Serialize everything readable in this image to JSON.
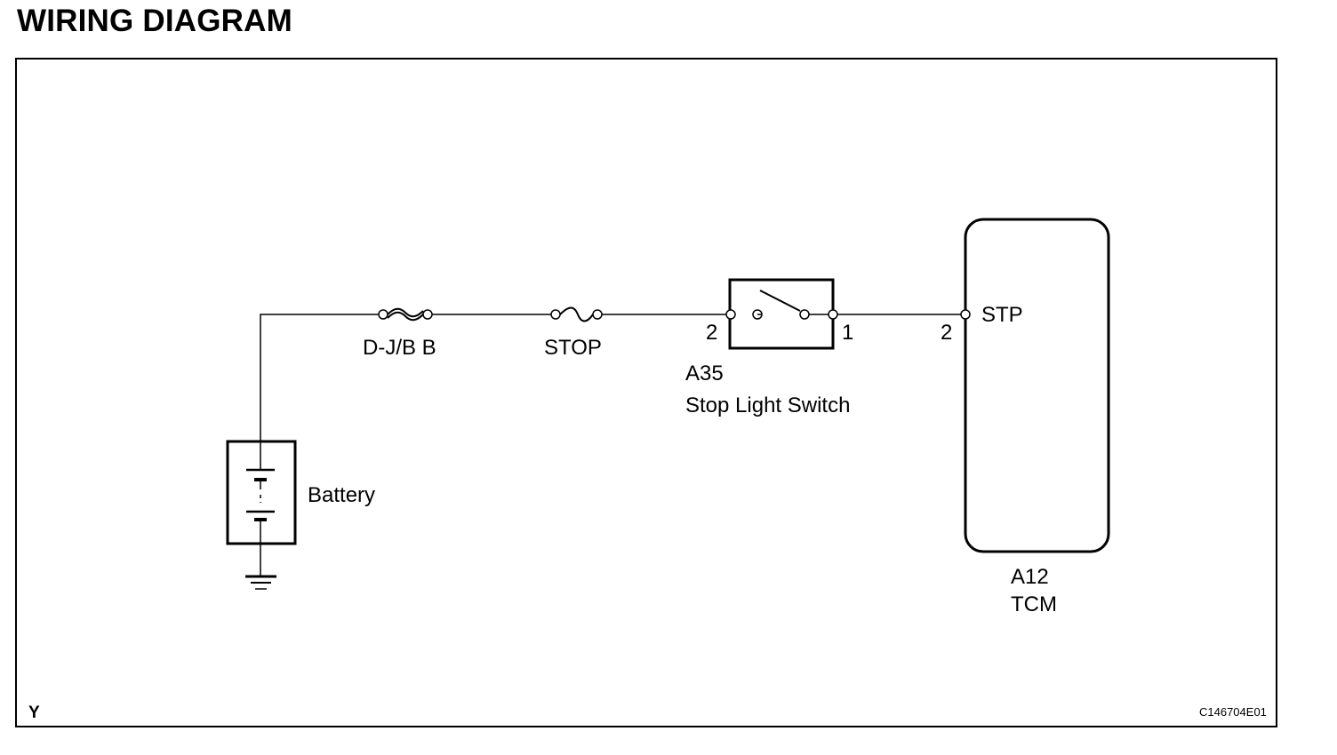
{
  "title": "WIRING DIAGRAM",
  "components": {
    "battery": {
      "label": "Battery"
    },
    "fuse_djb": {
      "label": "D-J/B B"
    },
    "fuse_stop": {
      "label": "STOP"
    },
    "switch": {
      "code": "A35",
      "name": "Stop Light Switch",
      "pin_left": "2",
      "pin_right": "1"
    },
    "tcm": {
      "code": "A12",
      "name": "TCM",
      "pin": "2",
      "terminal": "STP"
    }
  },
  "footer": {
    "left": "Y",
    "right": "C146704E01"
  }
}
